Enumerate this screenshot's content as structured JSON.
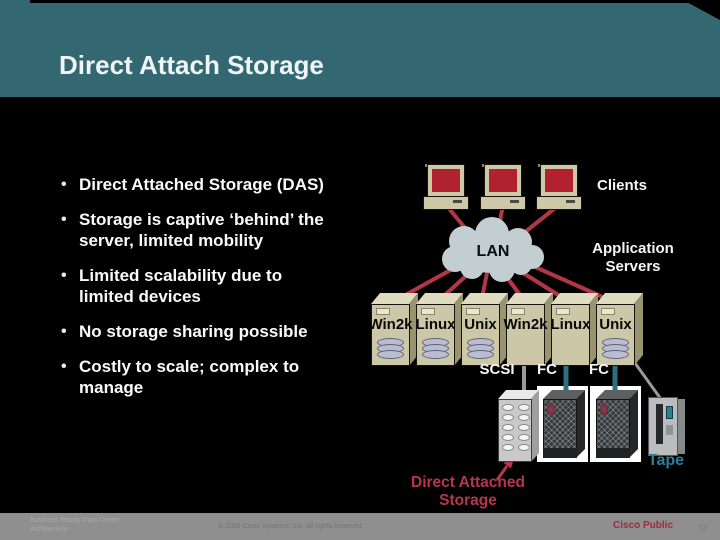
{
  "slide": {
    "title": "Direct Attach Storage",
    "bullets": [
      "Direct Attached Storage (DAS)",
      "Storage is captive ‘behind’ the server, limited mobility",
      "Limited scalability due to limited devices",
      "No storage sharing possible",
      "Costly to scale; complex to manage"
    ]
  },
  "diagram": {
    "clients_label": "Clients",
    "lan_label": "LAN",
    "app_servers_line1": "Application",
    "app_servers_line2": "Servers",
    "server_labels": [
      "Win2k",
      "Linux",
      "Unix",
      "Win2k",
      "Linux",
      "Unix"
    ],
    "bus_labels": {
      "scsi": "SCSI",
      "fc_left": "FC",
      "fc_right": "FC"
    },
    "tape_label": "Tape",
    "das_callout_line1": "Direct Attached",
    "das_callout_line2": "Storage"
  },
  "footer": {
    "program_line1": "Business Ready Data Center",
    "program_line2": "Architecture",
    "copyright": "© 2005 Cisco Systems, Inc. All rights reserved.",
    "classification": "Cisco Public",
    "page_number": "18"
  },
  "colors": {
    "header_teal": "#336872",
    "accent_red": "#b23746",
    "screen_red": "#b0222f",
    "fc_teal": "#2d6f7f",
    "tape_label_teal": "#2e7f96",
    "cloud_fill": "#c3ced3",
    "device_beige": "#cbc7a7",
    "footer_gray": "#8f8f8f"
  }
}
